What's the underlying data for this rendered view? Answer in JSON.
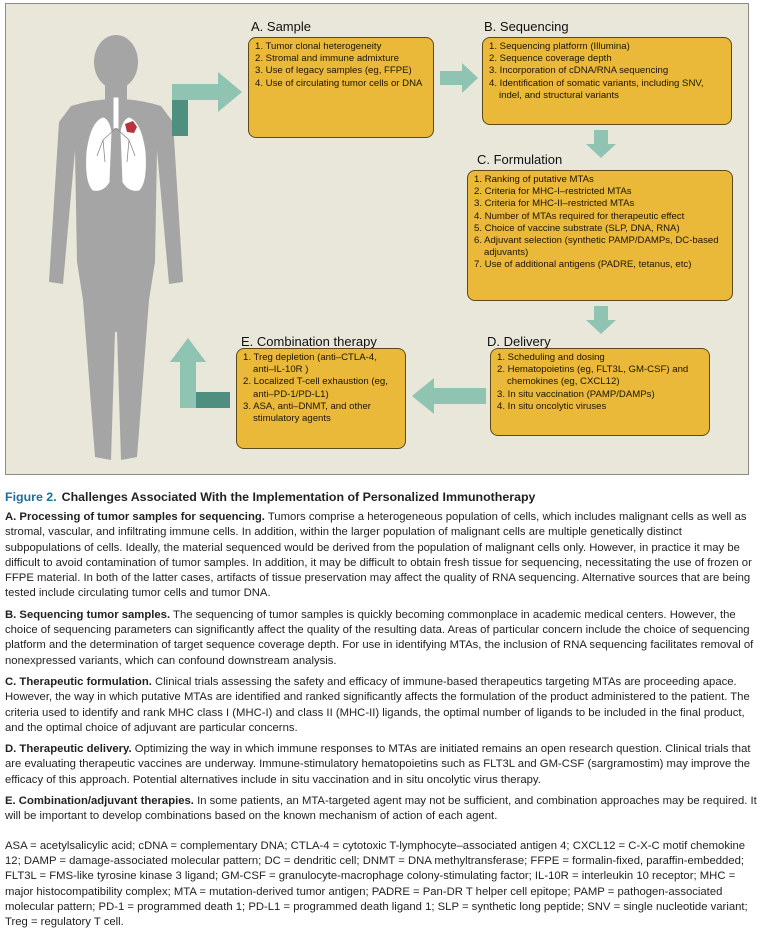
{
  "figure": {
    "number": "Figure 2.",
    "title": "Challenges Associated With the Implementation of Personalized Immunotherapy"
  },
  "diagram": {
    "sample": {
      "title": "A. Sample",
      "items": [
        "1. Tumor clonal heterogeneity",
        "2. Stromal and immune admixture",
        "3. Use of legacy samples (eg, FFPE)",
        "4. Use of circulating tumor cells or DNA"
      ]
    },
    "sequencing": {
      "title": "B. Sequencing",
      "items": [
        "1. Sequencing platform (Illumina)",
        "2. Sequence coverage depth",
        "3. Incorporation of cDNA/RNA sequencing",
        "4. Identification of somatic variants, including SNV, indel, and structural variants"
      ]
    },
    "formulation": {
      "title": "C. Formulation",
      "items": [
        "1. Ranking of putative MTAs",
        "2. Criteria for MHC-I–restricted MTAs",
        "3. Criteria for MHC-II–restricted MTAs",
        "4. Number of MTAs required for therapeutic effect",
        "5. Choice of vaccine substrate (SLP, DNA, RNA)",
        "6. Adjuvant selection (synthetic PAMP/DAMPs, DC-based adjuvants)",
        "7. Use of additional antigens (PADRE, tetanus, etc)"
      ]
    },
    "delivery": {
      "title": "D. Delivery",
      "items": [
        "1. Scheduling and dosing",
        "2. Hematopoietins (eg, FLT3L, GM-CSF) and chemokines (eg, CXCL12)",
        "3. In situ vaccination (PAMP/DAMPs)",
        "4. In situ oncolytic viruses"
      ]
    },
    "combination": {
      "title": "E. Combination therapy",
      "items": [
        "1. Treg depletion (anti–CTLA-4, anti–IL-10R )",
        "2. Localized T-cell exhaustion (eg, anti–PD-1/PD-L1)",
        "3. ASA, anti–DNMT, and other stimulatory agents"
      ]
    },
    "colors": {
      "panel_bg": "#e9e7d9",
      "box_fill": "#eab93a",
      "arrow_fill": "#8fc3b2",
      "arrow_dark": "#4f8f7f",
      "body_fill": "#a5a5a5",
      "tumor_fill": "#b8323c",
      "figure_number": "#1b6f9a"
    }
  },
  "paragraphs": [
    {
      "heading": "A. Processing of tumor samples for sequencing.",
      "text": " Tumors comprise a heterogeneous population of cells, which includes malignant cells as well as stromal, vascular, and infiltrating immune cells. In addition, within the larger population of malignant cells are multiple genetically distinct subpopulations of cells. Ideally, the material sequenced would be derived from the population of malignant cells only. However, in practice it may be difficult to avoid contamination of tumor samples. In addition, it may be difficult to obtain fresh tissue for sequencing, necessitating the use of frozen or FFPE material. In both of the latter cases, artifacts of tissue preservation may affect the quality of RNA sequencing. Alternative sources that are being tested include circulating tumor cells and tumor DNA."
    },
    {
      "heading": "B. Sequencing tumor samples.",
      "text": " The sequencing of tumor samples is quickly becoming commonplace in academic medical centers. However, the choice of sequencing parameters can significantly affect the quality of the resulting data. Areas of particular concern include the choice of sequencing platform and the determination of target sequence coverage depth. For use in identifying MTAs, the inclusion of RNA sequencing facilitates removal of nonexpressed variants, which can confound downstream analysis."
    },
    {
      "heading": "C. Therapeutic formulation.",
      "text": " Clinical trials assessing the safety and efficacy of immune-based therapeutics targeting MTAs are proceeding apace. However, the way in which putative MTAs are identified and ranked significantly affects the formulation of the product administered to the patient. The criteria used to identify and rank MHC class I (MHC-I) and class II (MHC-II) ligands, the optimal number of ligands to be included in the final product, and the optimal choice of adjuvant are particular concerns."
    },
    {
      "heading": "D. Therapeutic delivery.",
      "text": " Optimizing the way in which immune responses to MTAs are initiated remains an open research question. Clinical trials that are evaluating therapeutic vaccines are underway. Immune-stimulatory hematopoietins such as FLT3L and GM-CSF (sargramostim) may improve the efficacy of this approach. Potential alternatives include in situ vaccination and in situ oncolytic virus therapy."
    },
    {
      "heading": "E. Combination/adjuvant therapies.",
      "text": " In some patients, an MTA-targeted agent may not be sufficient, and combination approaches may be required. It will be important to develop combinations based on the known mechanism of action of each agent."
    }
  ],
  "abbreviations": "ASA = acetylsalicylic acid; cDNA = complementary DNA; CTLA-4 = cytotoxic T-lymphocyte–associated antigen 4; CXCL12 = C-X-C motif chemokine 12; DAMP = damage-associated molecular pattern; DC = dendritic cell; DNMT = DNA methyltransferase; FFPE = formalin-fixed, paraffin-embedded; FLT3L = FMS-like tyrosine kinase 3 ligand; GM-CSF = granulocyte-macrophage colony-stimulating factor; IL-10R = interleukin 10 receptor; MHC = major histocompatibility complex; MTA = mutation-derived tumor antigen; PADRE = Pan-DR T helper cell epitope; PAMP = pathogen-associated molecular pattern; PD-1 = programmed death 1; PD-L1 = programmed death ligand 1; SLP = synthetic long peptide; SNV = single nucleotide variant; Treg = regulatory T cell."
}
